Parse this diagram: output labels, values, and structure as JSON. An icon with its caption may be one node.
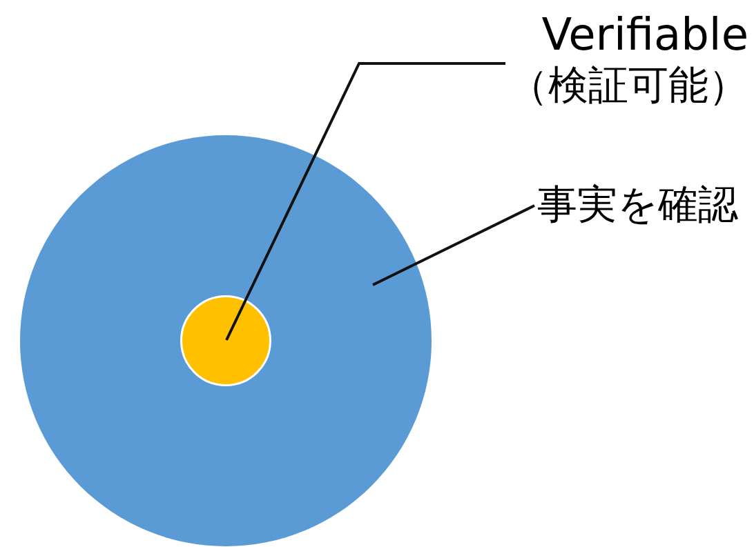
{
  "diagram": {
    "nodes": [
      {
        "text": [],
        "shape": "circle"
      },
      {
        "text": [],
        "shape": "circle",
        "in": 0
      },
      {
        "text": [
          "Verifiable",
          "（検証可能）"
        ]
      },
      {
        "text": [
          "事実を確認"
        ]
      }
    ],
    "edges": [
      {
        "from": 2,
        "to": 1,
        "arrow": "none"
      },
      {
        "from": 3,
        "to": 0,
        "arrow": "none"
      }
    ]
  }
}
